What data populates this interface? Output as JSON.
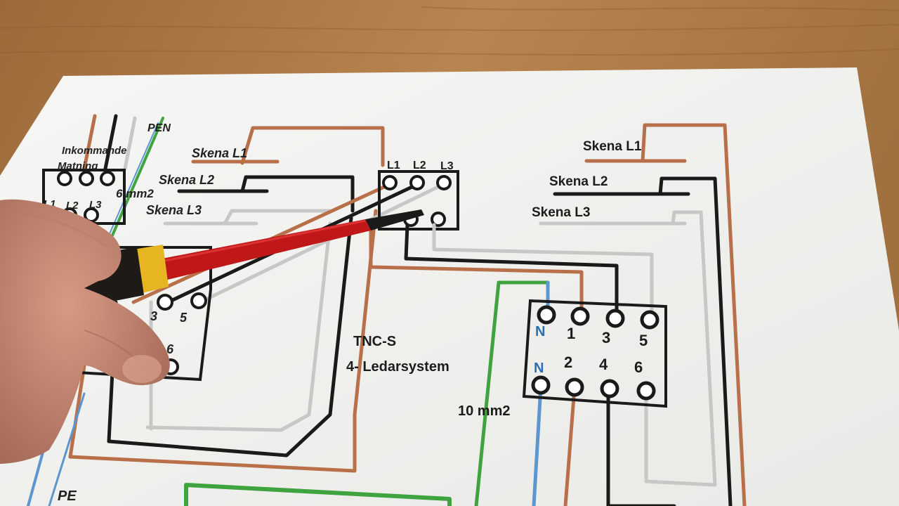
{
  "photo": {
    "colors": {
      "table": "#a8743f",
      "paper": "#f4f4f2",
      "brown_wire": "#b8704a",
      "black_wire": "#1a1a1a",
      "grey_wire": "#c7c7c7",
      "green_wire": "#3fa33f",
      "blue_wire": "#5b96d0",
      "screwdriver_red": "#c01818",
      "screwdriver_yellow": "#e6b521"
    },
    "left_section": {
      "supply_label_line1": "Inkommande",
      "supply_label_line2": "Matning",
      "pen_label": "PEN",
      "cable_size": "6 mm2",
      "supply_terminals": [
        "L1",
        "L2",
        "L3"
      ],
      "busbar_l1": "Skena L1",
      "busbar_l2": "Skena L2",
      "busbar_l3": "Skena L3",
      "pe_label": "PE",
      "breaker_terminals": [
        "L1",
        "L2",
        "L3"
      ],
      "device_numbers": [
        "3",
        "5",
        "6"
      ]
    },
    "center": {
      "system_line1": "TNC-S",
      "system_line2": "4- Ledarsystem",
      "cable_size": "10 mm2"
    },
    "right_section": {
      "busbar_l1": "Skena L1",
      "busbar_l2": "Skena L2",
      "busbar_l3": "Skena L3",
      "top_row": [
        "N",
        "1",
        "3",
        "5"
      ],
      "bottom_row": [
        "N",
        "2",
        "4",
        "6"
      ]
    }
  }
}
